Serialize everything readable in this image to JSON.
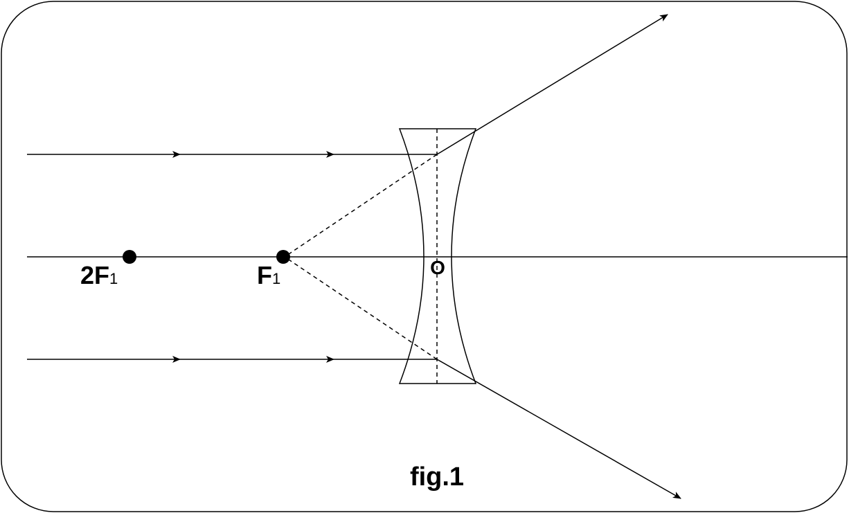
{
  "labels": {
    "twice_focal_main": "2F",
    "twice_focal_sub": "1",
    "focal_main": "F",
    "focal_sub": "1",
    "optical_center": "O",
    "caption": "fig.1"
  },
  "colors": {
    "stroke": "#000000",
    "background": "#ffffff"
  },
  "icons": {
    "points": "filled-circle",
    "arrowheads": "triangle-arrowhead"
  }
}
